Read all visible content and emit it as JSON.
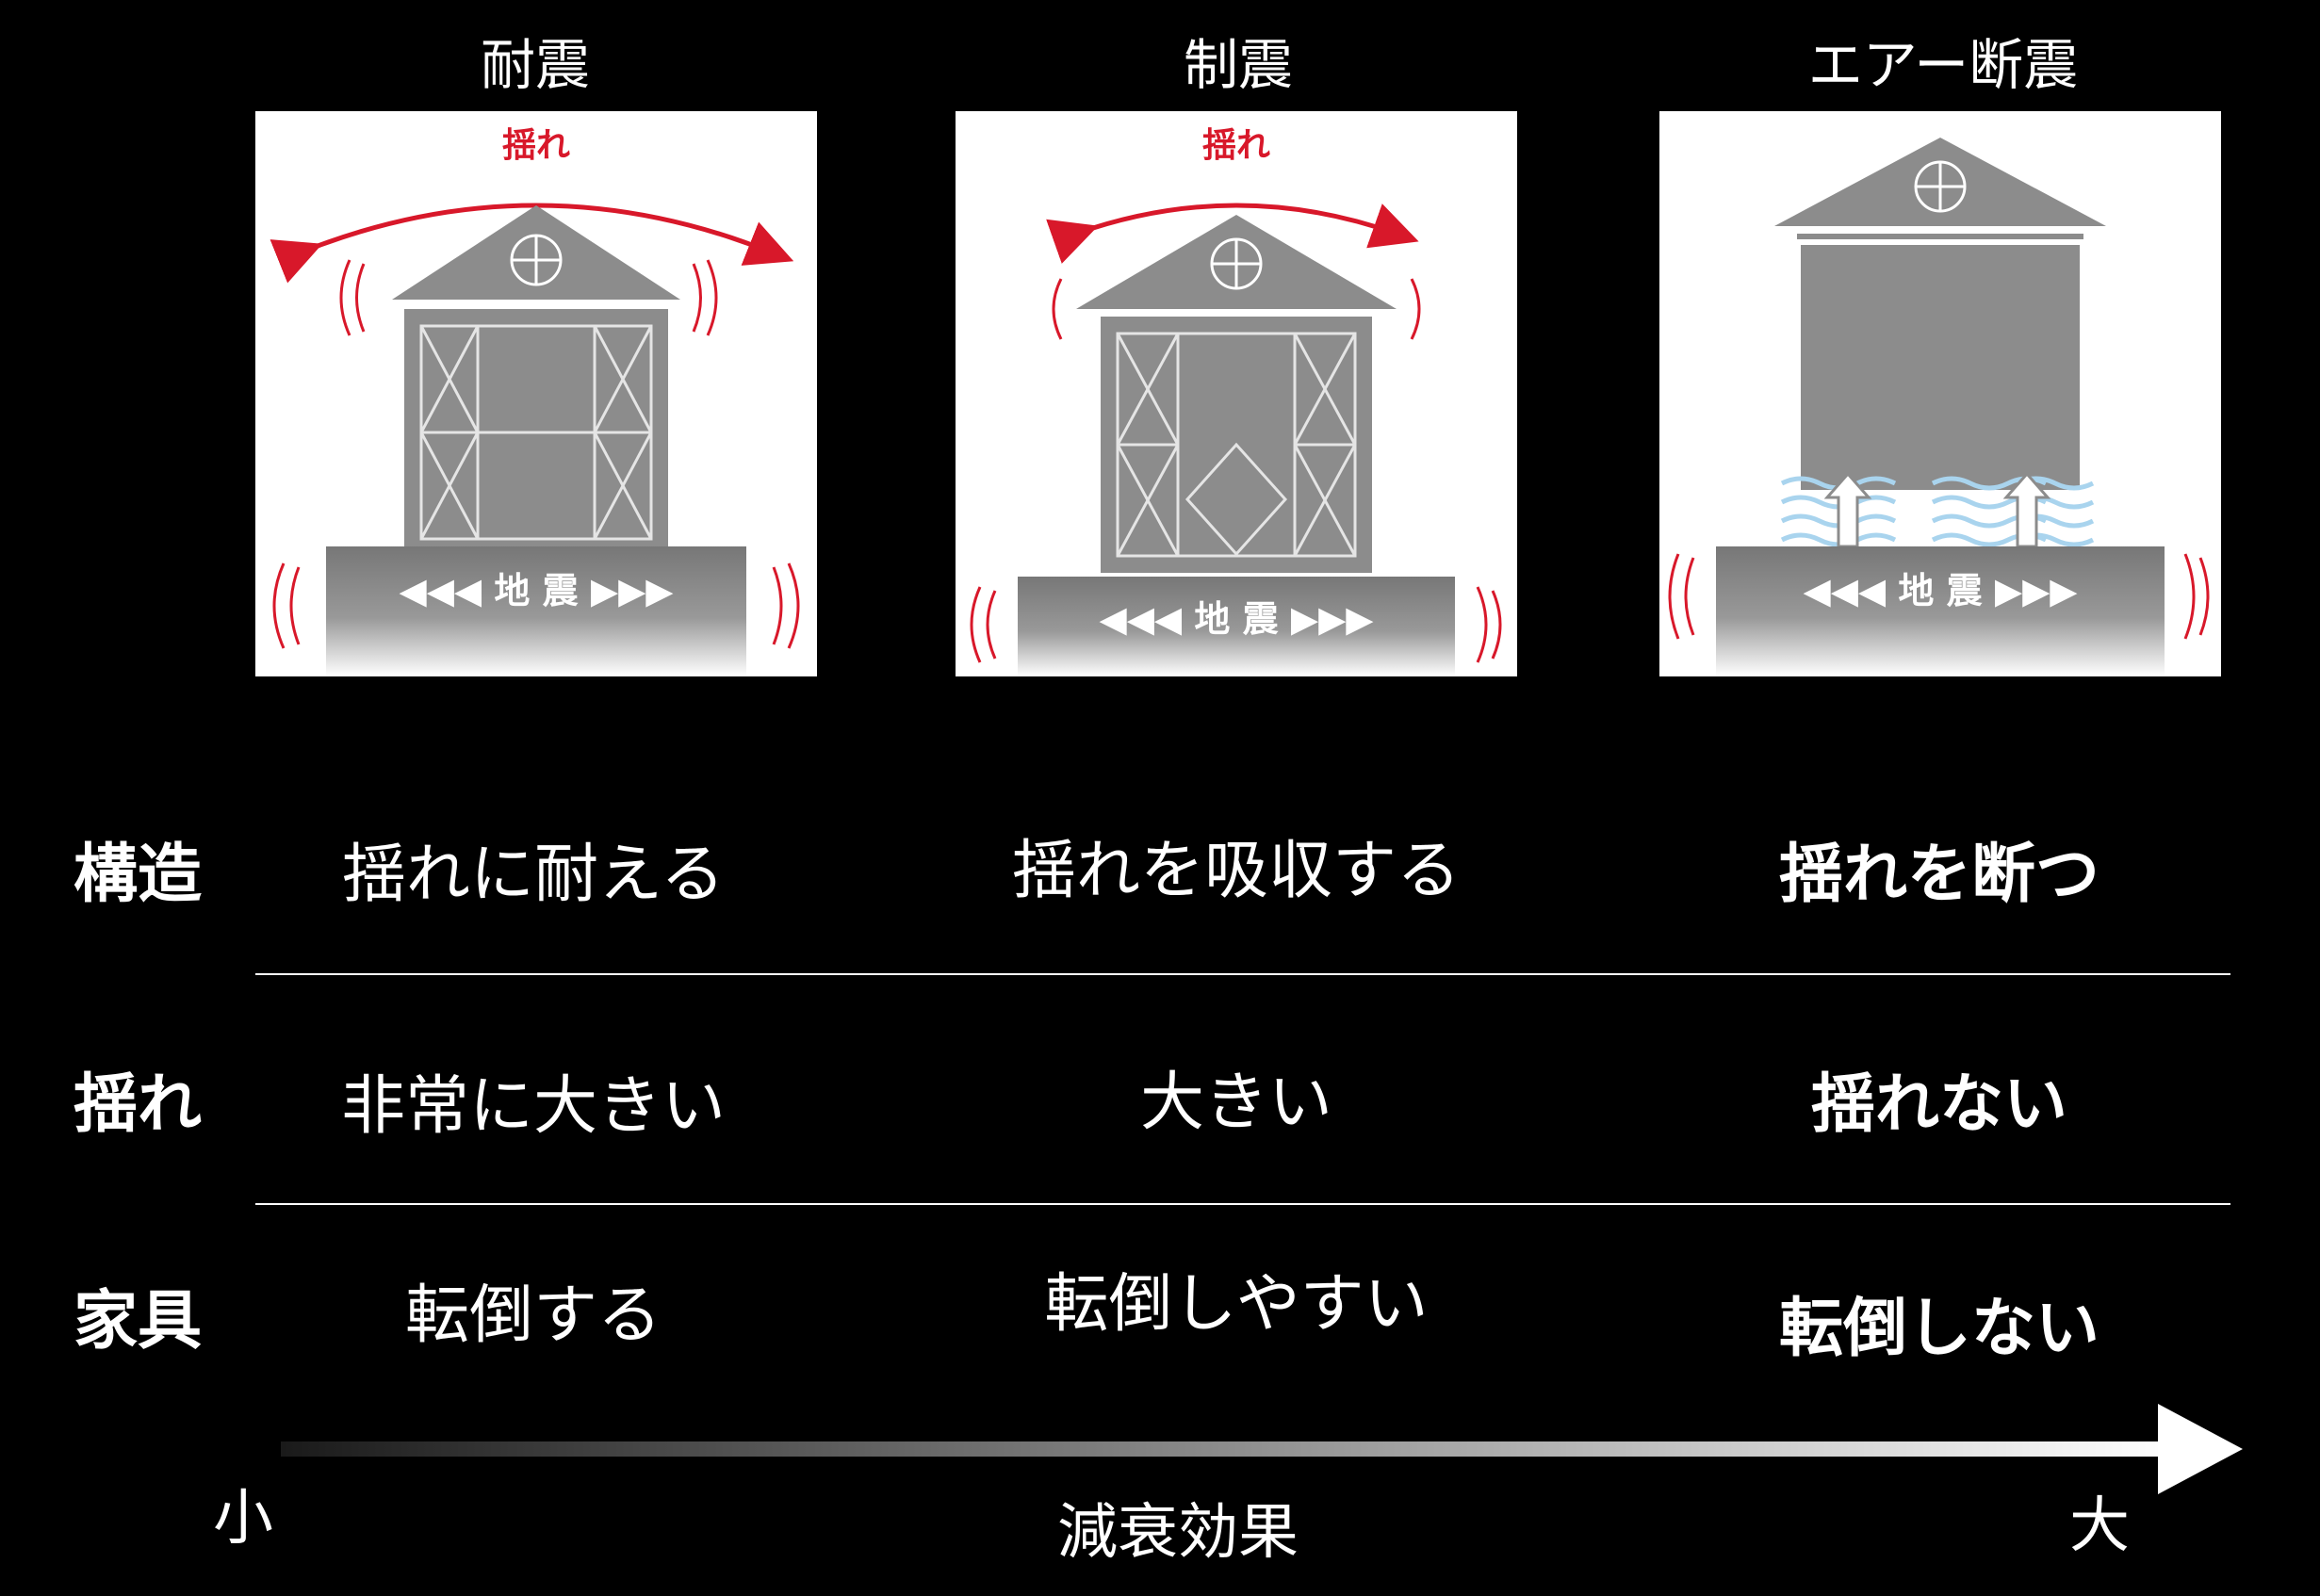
{
  "columns": [
    {
      "title": "耐震",
      "shake_label": "揺れ",
      "quake_label": "◀◀◀ 地 震 ▶▶▶"
    },
    {
      "title": "制震",
      "shake_label": "揺れ",
      "quake_label": "◀◀◀ 地 震 ▶▶▶"
    },
    {
      "title": "エアー断震",
      "shake_label": "",
      "quake_label": "◀◀◀ 地 震 ▶▶▶"
    }
  ],
  "rows": [
    {
      "label": "構造",
      "cells": [
        "揺れに耐える",
        "揺れを吸収する",
        "揺れを断つ"
      ]
    },
    {
      "label": "揺れ",
      "cells": [
        "非常に大きい",
        "大きい",
        "揺れない"
      ]
    },
    {
      "label": "家具",
      "cells": [
        "転倒する",
        "転倒しやすい",
        "転倒しない"
      ]
    }
  ],
  "axis": {
    "min_label": "小",
    "max_label": "大",
    "caption": "減衰効果"
  },
  "colors": {
    "background": "#000000",
    "accent_red": "#d8182a",
    "house_gray": "#8c8c8c",
    "panel": "#ffffff",
    "air_blue": "#a9d4ee"
  }
}
